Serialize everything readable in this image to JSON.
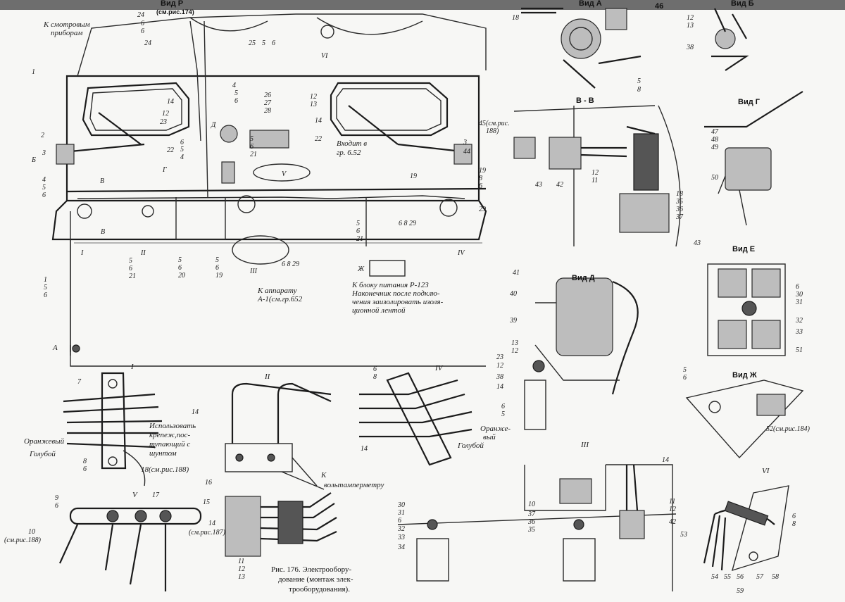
{
  "figure": {
    "caption_line1": "Рис. 176. Электрообору-",
    "caption_line2": "дование (монтаж элек-",
    "caption_line3": "трооборудования)."
  },
  "views": {
    "vid_r": "Вид Р",
    "vid_r_ref": "(см.рис.174)",
    "vid_a": "Вид А",
    "vid_a_num": "46",
    "vid_b": "Вид Б",
    "section_vv": "В - В",
    "vid_g": "Вид Г",
    "vid_d": "Вид Д",
    "vid_e": "Вид Е",
    "vid_zh": "Вид Ж"
  },
  "roman": {
    "I": "I",
    "II": "II",
    "III": "III",
    "IV": "IV",
    "V": "V",
    "VI": "VI"
  },
  "notes": {
    "k_smotr_1": "К смотровым",
    "k_smotr_2": "приборам",
    "vkhodit_1": "Входит в",
    "vkhodit_2": "гр. 6.52",
    "k_apparatu_1": "К аппарату",
    "k_apparatu_2": "А-1(см.гр.652",
    "k_bloku_1": "К блоку питания Р-123",
    "k_bloku_2": "Наконечник после подклю-",
    "k_bloku_3": "чения заизолировать изоля-",
    "k_bloku_4": "ционной лентой",
    "ispolz_1": "Использовать",
    "ispolz_2": "крепеж,пос-",
    "ispolz_3": "тупающий с",
    "ispolz_4": "шунтом",
    "k_volt_1": "К",
    "k_volt_2": "вольтамперметру",
    "oranzh": "Оранжевый",
    "goluboy": "Голубой",
    "oranzh2_1": "Оранже-",
    "oranzh2_2": "вый",
    "goluboy2": "Голубой",
    "ref_188": "18(см.рис.188)",
    "ref_188b": "10",
    "ref_188c": "(см.рис.188)",
    "ref_187": "14",
    "ref_187b": "(см.рис.187)",
    "ref_184": "52(см.рис.184)",
    "ref_45": "45(см.рис.",
    "ref_45b": "188)",
    "ref_6529": "6 8 29",
    "ref_6829": "6 8 29"
  },
  "letters": {
    "A": "А",
    "B": "Б",
    "V": "В",
    "G": "Г",
    "D": "Д",
    "ZH": "Ж",
    "E": "Е"
  },
  "callouts": {
    "c1": "1",
    "c2": "2",
    "c3": "3",
    "c4": "4",
    "c5": "5",
    "c6": "6",
    "c7": "7",
    "c8": "8",
    "c9": "9",
    "c10": "10",
    "c11": "11",
    "c12": "12",
    "c13": "13",
    "c14": "14",
    "c15": "15",
    "c16": "16",
    "c17": "17",
    "c18": "18",
    "c19": "19",
    "c20": "20",
    "c21": "21",
    "c22": "22",
    "c23": "23",
    "c24": "24",
    "c25": "25",
    "c26": "26",
    "c27": "27",
    "c28": "28",
    "c29": "29",
    "c30": "30",
    "c31": "31",
    "c32": "32",
    "c33": "33",
    "c34": "34",
    "c35": "35",
    "c36": "36",
    "c37": "37",
    "c38": "38",
    "c39": "39",
    "c40": "40",
    "c41": "41",
    "c42": "42",
    "c43": "43",
    "c44": "44",
    "c47": "47",
    "c48": "48",
    "c49": "49",
    "c50": "50",
    "c51": "51",
    "c53": "53",
    "c54": "54",
    "c55": "55",
    "c56": "56",
    "c57": "57",
    "c58": "58",
    "c59": "59"
  }
}
